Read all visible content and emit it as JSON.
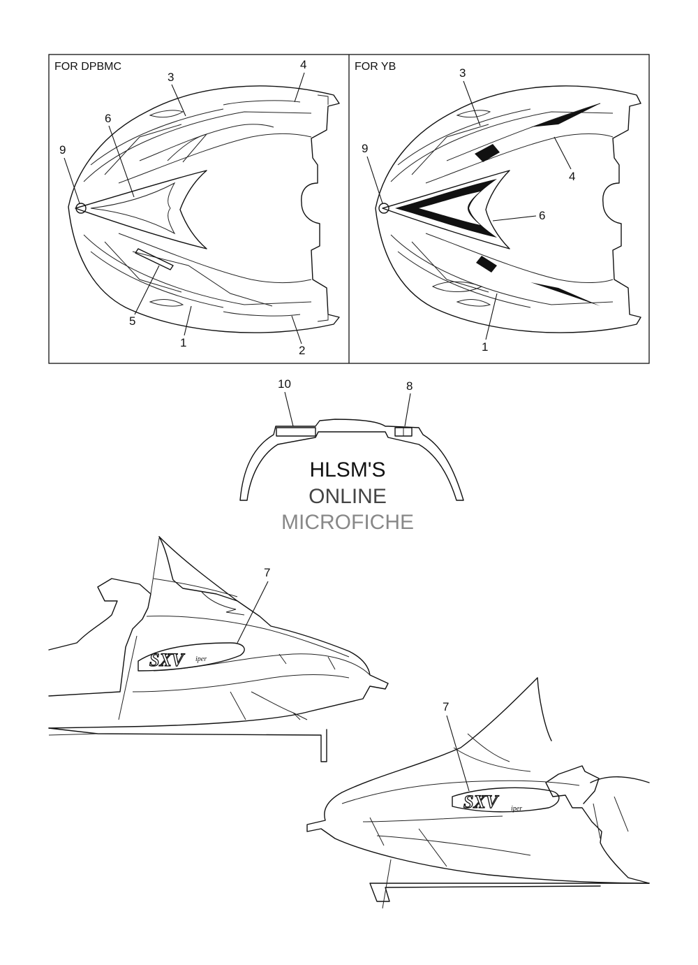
{
  "panels": {
    "left": {
      "title": "FOR DPBMC"
    },
    "right": {
      "title": "FOR YB"
    }
  },
  "callouts": {
    "left": {
      "c3": "3",
      "c4": "4",
      "c6": "6",
      "c9": "9",
      "c5": "5",
      "c1": "1",
      "c2": "2"
    },
    "right": {
      "c3": "3",
      "c9": "9",
      "c4": "4",
      "c6": "6",
      "c1": "1"
    },
    "middle": {
      "c10": "10",
      "c8": "8"
    },
    "side_left": {
      "c7": "7"
    },
    "side_right": {
      "c7": "7"
    }
  },
  "watermark": {
    "line1": "HLSM'S",
    "line2": "ONLINE",
    "line3": "MICROFICHE"
  },
  "logos": {
    "decal_text": "SXViper"
  }
}
